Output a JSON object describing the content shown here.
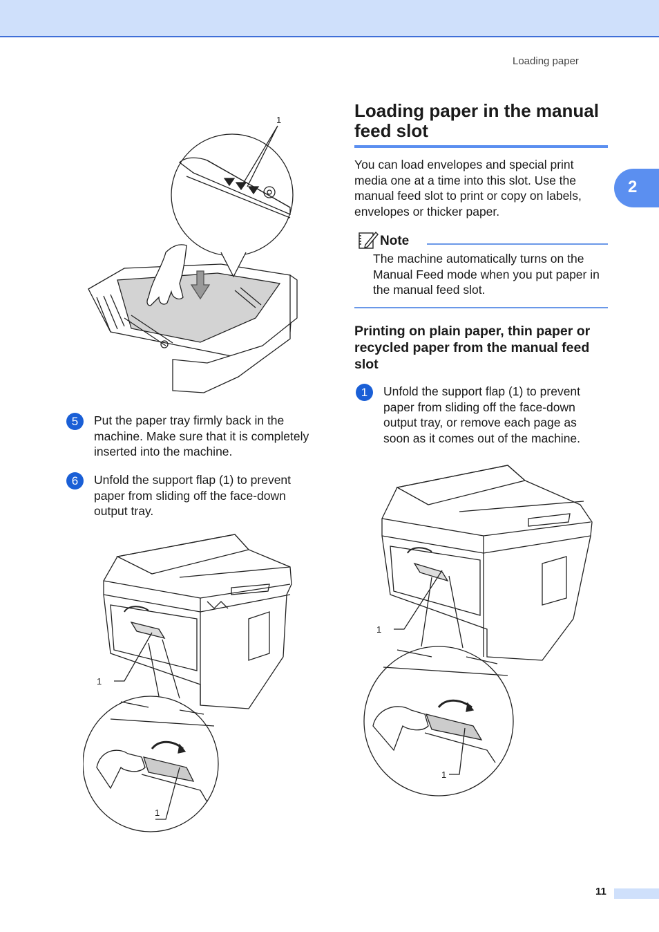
{
  "header": {
    "running_title": "Loading paper"
  },
  "chapter_tab": {
    "number": "2"
  },
  "left_column": {
    "illustration_1": {
      "callout": "1"
    },
    "steps": [
      {
        "number": "5",
        "text": "Put the paper tray firmly back in the\nmachine. Make sure that it is completely\ninserted into the machine."
      },
      {
        "number": "6",
        "text": "Unfold the support flap (1) to prevent\npaper from sliding off the face-down\noutput tray."
      }
    ],
    "illustration_2": {
      "callout_main": "1",
      "callout_detail": "1"
    }
  },
  "right_column": {
    "heading": "Loading paper in the manual\nfeed slot",
    "intro": "You can load envelopes and special print\nmedia one at a time into this slot. Use the\nmanual feed slot to print or copy on labels,\nenvelopes or thicker paper.",
    "note": {
      "title": "Note",
      "body": "The machine automatically turns on the\nManual Feed mode when you put paper in\nthe manual feed slot."
    },
    "subheading": "Printing on plain paper, thin paper or\nrecycled paper from the manual feed\nslot",
    "steps": [
      {
        "number": "1",
        "text": "Unfold the support flap (1) to prevent\npaper from sliding off the face-down\noutput tray, or remove each page as\nsoon as it comes out of the machine."
      }
    ],
    "illustration_3": {
      "callout_main": "1",
      "callout_detail": "1"
    }
  },
  "footer": {
    "page_number": "11"
  },
  "colors": {
    "accent": "#5b8ff0",
    "header_band": "#cfe0fb",
    "step_badge": "#1a5fd6"
  }
}
